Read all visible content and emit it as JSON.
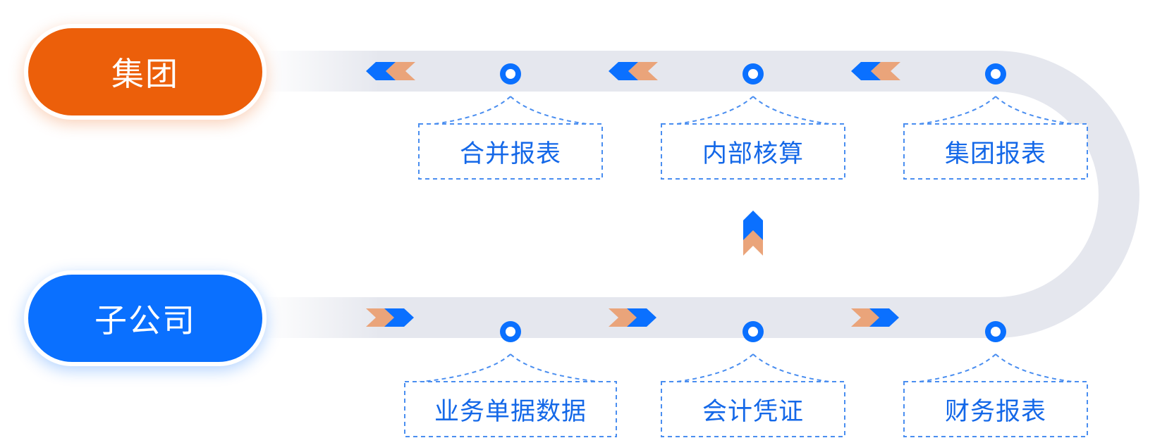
{
  "group_label": "集团",
  "subsidiary_label": "子公司",
  "top_steps": [
    {
      "label": "合并报表"
    },
    {
      "label": "内部核算"
    },
    {
      "label": "集团报表"
    }
  ],
  "bottom_steps": [
    {
      "label": "业务单据数据"
    },
    {
      "label": "会计凭证"
    },
    {
      "label": "财务报表"
    }
  ],
  "colors": {
    "group": "#ec5f0a",
    "subsidiary": "#0a70ff",
    "track": "#e5e7ee",
    "node": "#0a70ff",
    "chevron_blue": "#0a70ff",
    "chevron_orange": "#eaa47a",
    "label_text": "#1468e8",
    "dashed_border": "#4a8ef0"
  },
  "icons": {
    "flow_left": "double-chevron-left-icon",
    "flow_right": "double-chevron-right-icon",
    "flow_up": "double-chevron-up-icon"
  }
}
